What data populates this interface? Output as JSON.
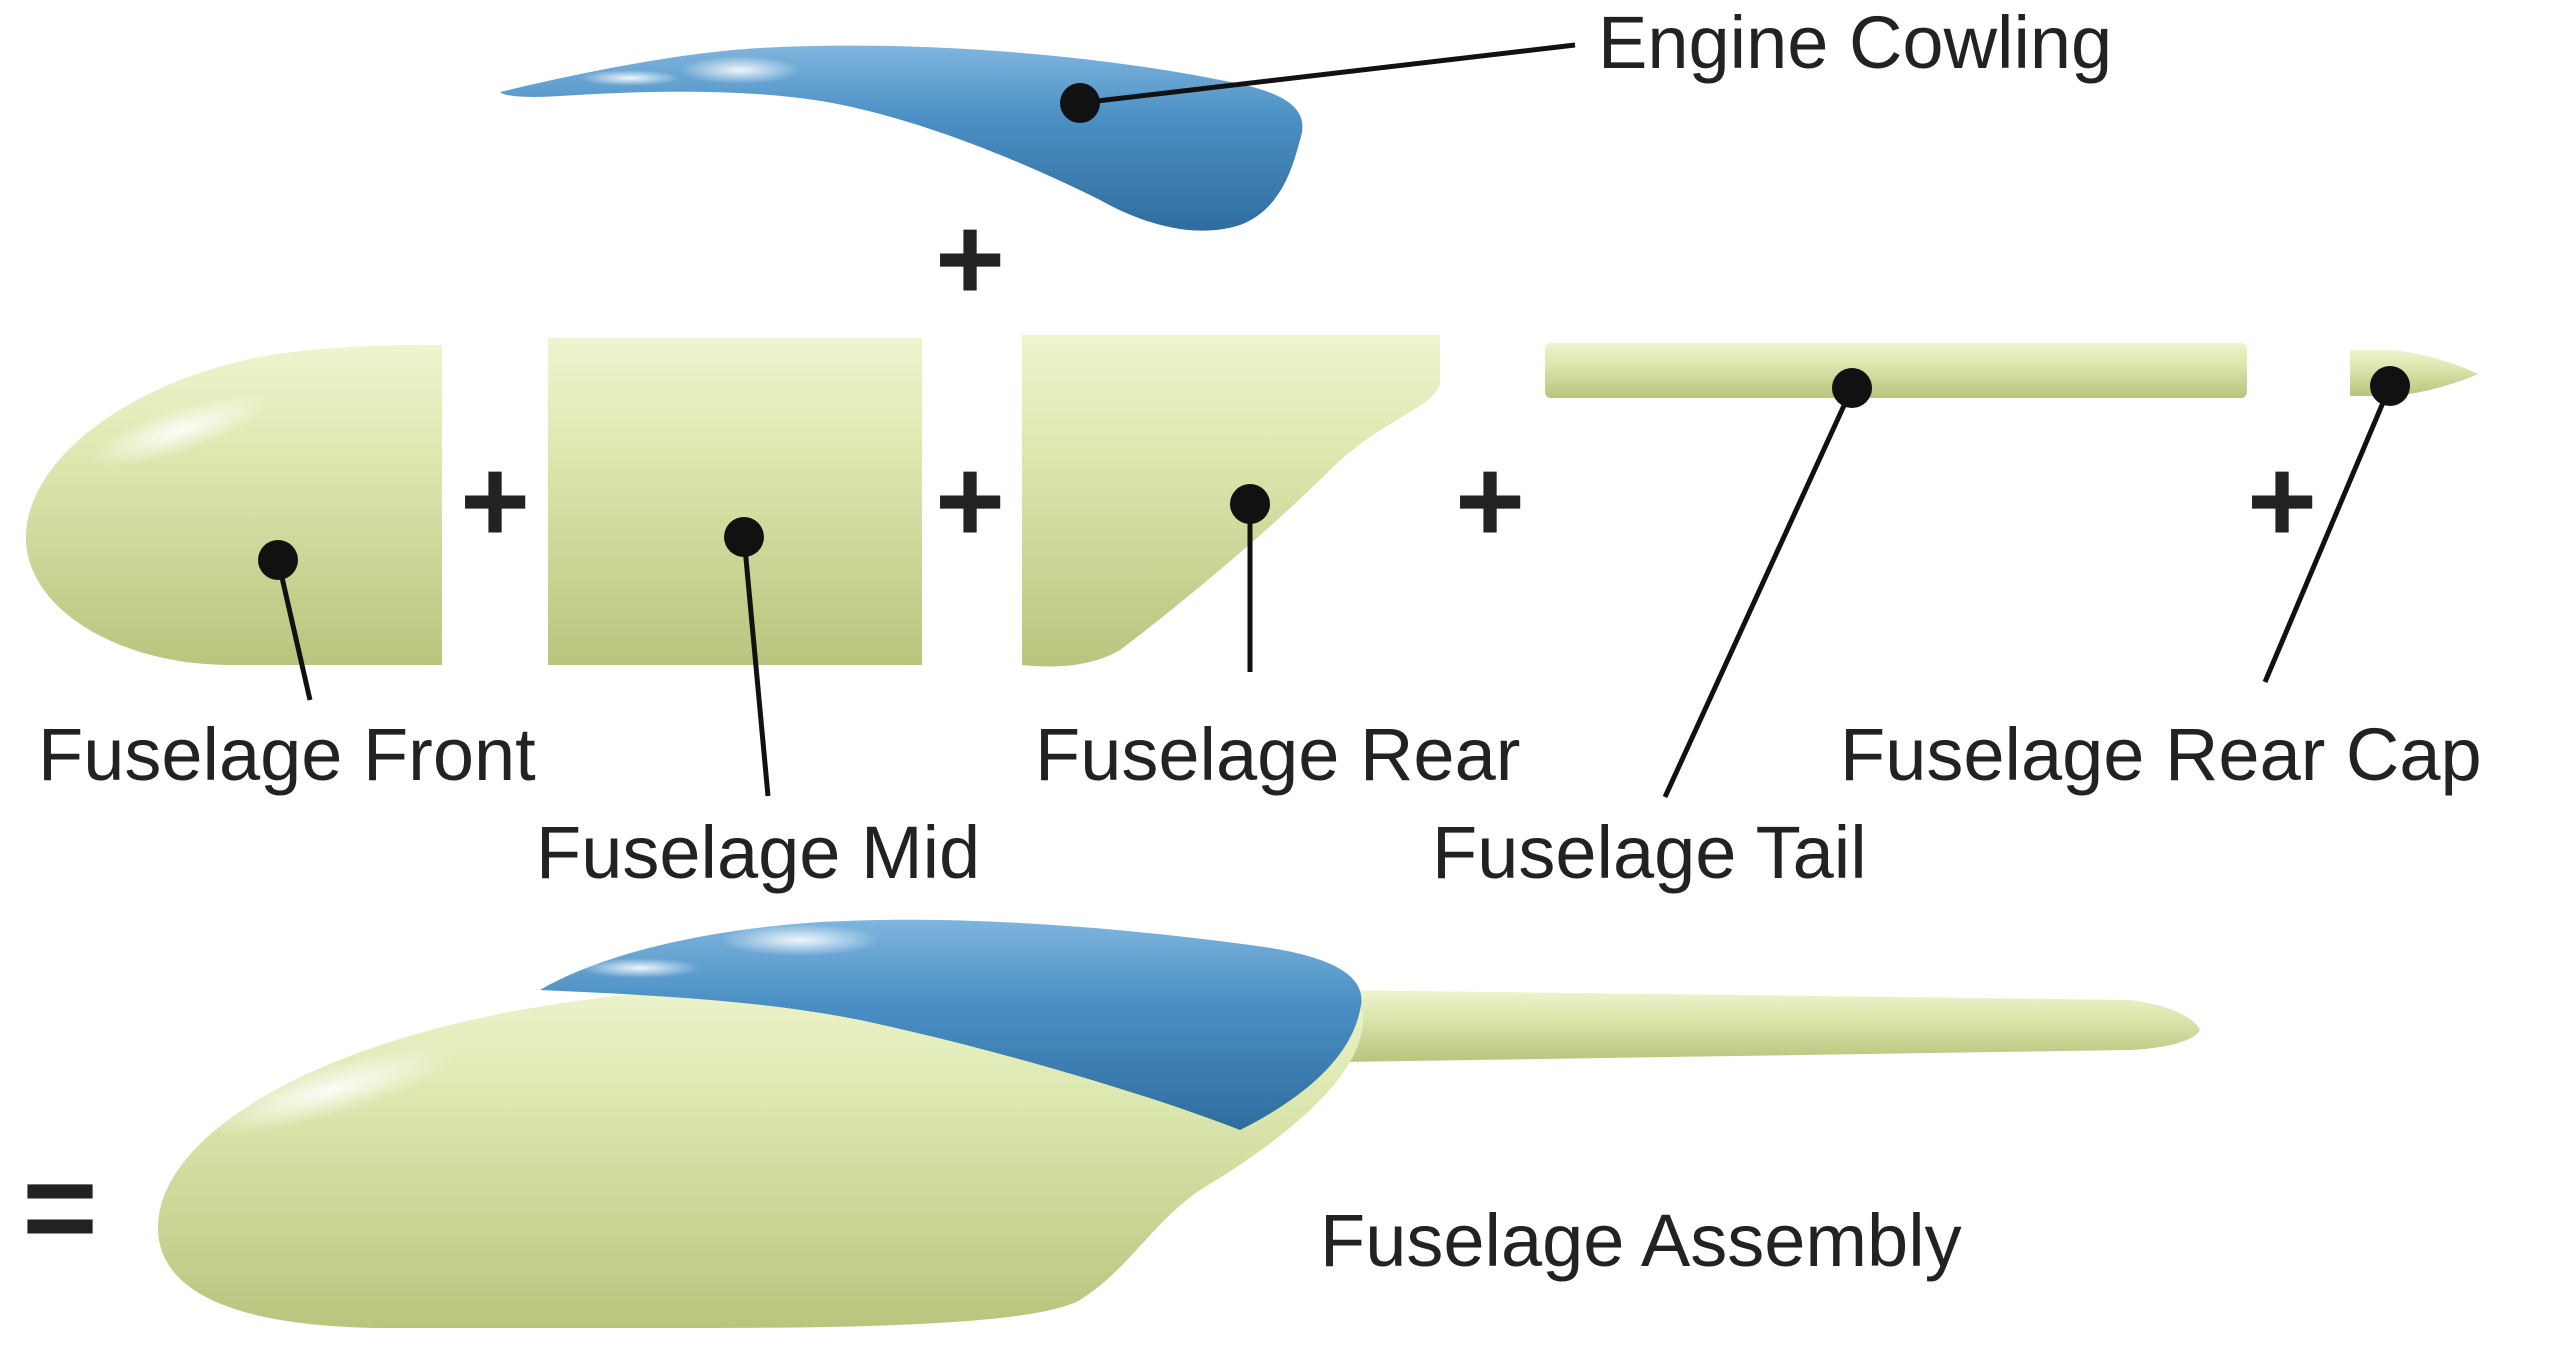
{
  "labels": {
    "engine_cowling": "Engine Cowling",
    "fuselage_front": "Fuselage Front",
    "fuselage_mid": "Fuselage Mid",
    "fuselage_rear": "Fuselage Rear",
    "fuselage_tail": "Fuselage Tail",
    "fuselage_rear_cap": "Fuselage Rear Cap",
    "fuselage_assembly": "Fuselage Assembly"
  },
  "operators": {
    "plus": "+",
    "equals": "="
  },
  "colors": {
    "fuselage_green": "#dde8b0",
    "fuselage_shadow": "#b7c57d",
    "cowling_blue": "#4a8fc4",
    "cowling_shadow": "#2f6d9e",
    "leader": "#111111",
    "text": "#222222"
  }
}
